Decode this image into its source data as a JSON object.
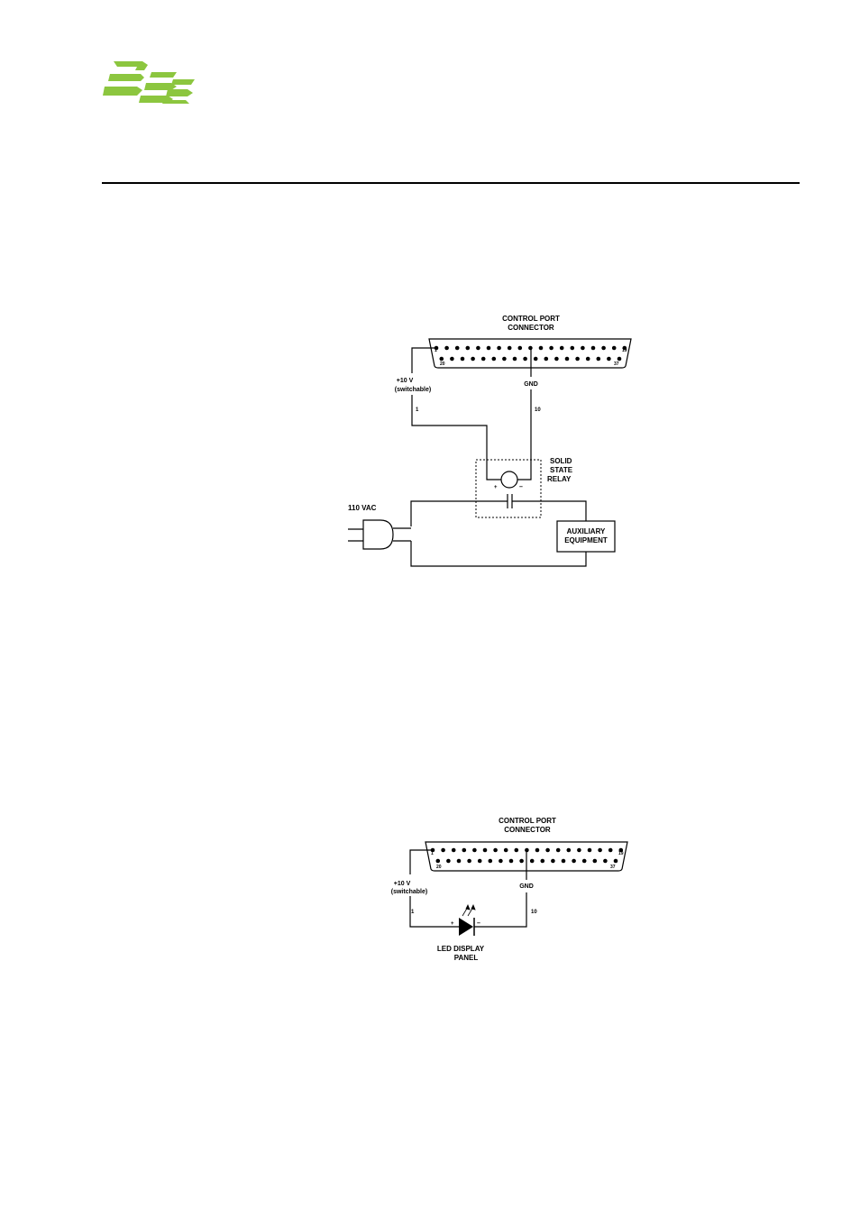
{
  "header": {
    "logo_text": "BSS",
    "logo_color": "#8cc63f"
  },
  "diagram1": {
    "connector_title_line1": "CONTROL PORT",
    "connector_title_line2": "CONNECTOR",
    "pin_first_top": "1",
    "pin_last_top": "19",
    "pin_first_bottom": "20",
    "pin_last_bottom": "37",
    "voltage_line1": "+10 V",
    "voltage_line2": "(switchable)",
    "pin_label_a": "1",
    "gnd_label": "GND",
    "pin_label_b": "10",
    "relay_line1": "SOLID",
    "relay_line2": "STATE",
    "relay_line3": "RELAY",
    "plus_sign": "+",
    "minus_sign": "–",
    "mains_label": "110 VAC",
    "aux_line1": "AUXILIARY",
    "aux_line2": "EQUIPMENT"
  },
  "diagram2": {
    "connector_title_line1": "CONTROL PORT",
    "connector_title_line2": "CONNECTOR",
    "pin_first_top": "1",
    "pin_last_top": "19",
    "pin_first_bottom": "20",
    "pin_last_bottom": "37",
    "voltage_line1": "+10 V",
    "voltage_line2": "(switchable)",
    "pin_label_a": "1",
    "gnd_label": "GND",
    "pin_label_b": "10",
    "plus_sign": "+",
    "minus_sign": "–",
    "led_line1": "LED DISPLAY",
    "led_line2": "PANEL"
  }
}
